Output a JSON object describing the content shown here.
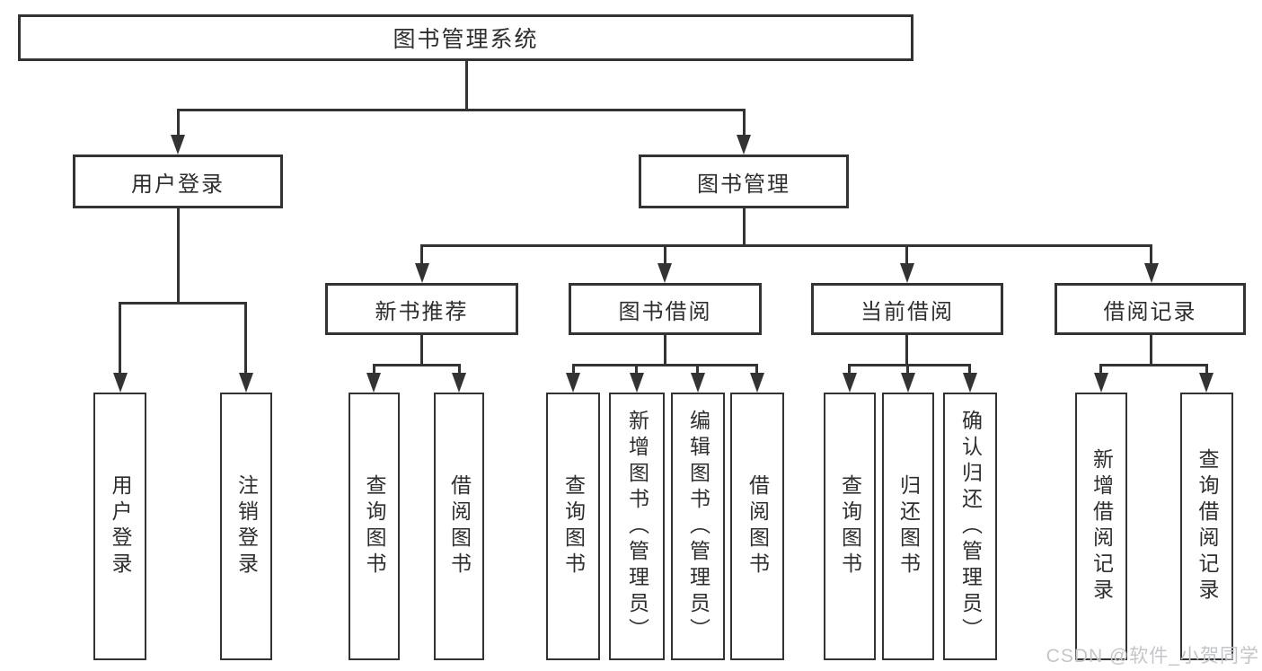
{
  "diagram": {
    "type": "hierarchy-tree",
    "title": "图书管理系统",
    "colors": {
      "line": "#333333",
      "box_border": "#333333",
      "text": "#2e2e2e",
      "background": "#ffffff",
      "watermark": "#c3c5c9"
    },
    "tree": {
      "root": {
        "label": "图书管理系统"
      },
      "branches": [
        {
          "label": "用户登录",
          "children": [
            {
              "label": "用户登录"
            },
            {
              "label": "注销登录"
            }
          ]
        },
        {
          "label": "图书管理",
          "children": [
            {
              "label": "新书推荐",
              "children": [
                {
                  "label": "查询图书"
                },
                {
                  "label": "借阅图书"
                }
              ]
            },
            {
              "label": "图书借阅",
              "children": [
                {
                  "label": "查询图书"
                },
                {
                  "label": "新增图书（管理员）"
                },
                {
                  "label": "编辑图书（管理员）"
                },
                {
                  "label": "借阅图书"
                }
              ]
            },
            {
              "label": "当前借阅",
              "children": [
                {
                  "label": "查询图书"
                },
                {
                  "label": "归还图书"
                },
                {
                  "label": "确认归还（管理员）"
                }
              ]
            },
            {
              "label": "借阅记录",
              "children": [
                {
                  "label": "新增借阅记录"
                },
                {
                  "label": "查询借阅记录"
                }
              ]
            }
          ]
        }
      ]
    },
    "watermark": {
      "text": "CSDN @软件_小贺同学"
    }
  }
}
